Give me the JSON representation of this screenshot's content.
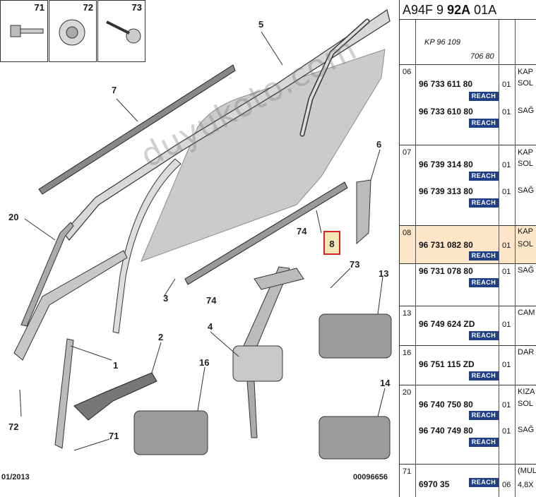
{
  "diagram": {
    "callouts": {
      "c71a": "71",
      "c72a": "72",
      "c73a": "73",
      "c5": "5",
      "c7": "7",
      "c6": "6",
      "c20": "20",
      "c8": "8",
      "c74a": "74",
      "c74b": "74",
      "c73b": "73",
      "c3": "3",
      "c13": "13",
      "c4": "4",
      "c2": "2",
      "c1": "1",
      "c16": "16",
      "c14": "14",
      "c72b": "72",
      "c71b": "71"
    },
    "watermark": "duyukoto.com",
    "footer_left": "01/2013",
    "footer_right": "00096656"
  },
  "table": {
    "header_code": "A94F 9",
    "header_bold": "92A",
    "header_suffix": "01A",
    "partial_top_pn": "KP 96 109",
    "partial_top_num": "706 80",
    "reach_label": "REACH",
    "rows": [
      {
        "group": "06",
        "items": [
          {
            "pn": "96 733 611 80",
            "qty": "01",
            "desc": "SOL"
          },
          {
            "pn": "96 733 610 80",
            "qty": "01",
            "desc": "SAĞ"
          }
        ],
        "title": "KAP"
      },
      {
        "group": "07",
        "items": [
          {
            "pn": "96 739 314 80",
            "qty": "01",
            "desc": "SOL"
          },
          {
            "pn": "96 739 313 80",
            "qty": "01",
            "desc": "SAĞ"
          }
        ],
        "title": "KAP"
      },
      {
        "group": "08",
        "items": [
          {
            "pn": "96 731 082 80",
            "qty": "01",
            "desc": "SOL"
          },
          {
            "pn": "96 731 078 80",
            "qty": "01",
            "desc": "SAĞ"
          }
        ],
        "title": "KAP"
      },
      {
        "group": "13",
        "items": [
          {
            "pn": "96 749 624 ZD",
            "qty": "01",
            "desc": ""
          }
        ],
        "title": "CAM"
      },
      {
        "group": "16",
        "items": [
          {
            "pn": "96 751 115 ZD",
            "qty": "01",
            "desc": ""
          }
        ],
        "title": "DAR"
      },
      {
        "group": "20",
        "items": [
          {
            "pn": "96 740 750 80",
            "qty": "01",
            "desc": "SOL"
          },
          {
            "pn": "96 740 749 80",
            "qty": "01",
            "desc": "SAĞ"
          }
        ],
        "title": "KIZA"
      },
      {
        "group": "71",
        "items": [
          {
            "pn": "6970 35",
            "qty": "06",
            "desc": "4,8X"
          }
        ],
        "title": "(MUL"
      }
    ],
    "highlight_color": "#fde6c8",
    "reach_color": "#1f3f86"
  }
}
